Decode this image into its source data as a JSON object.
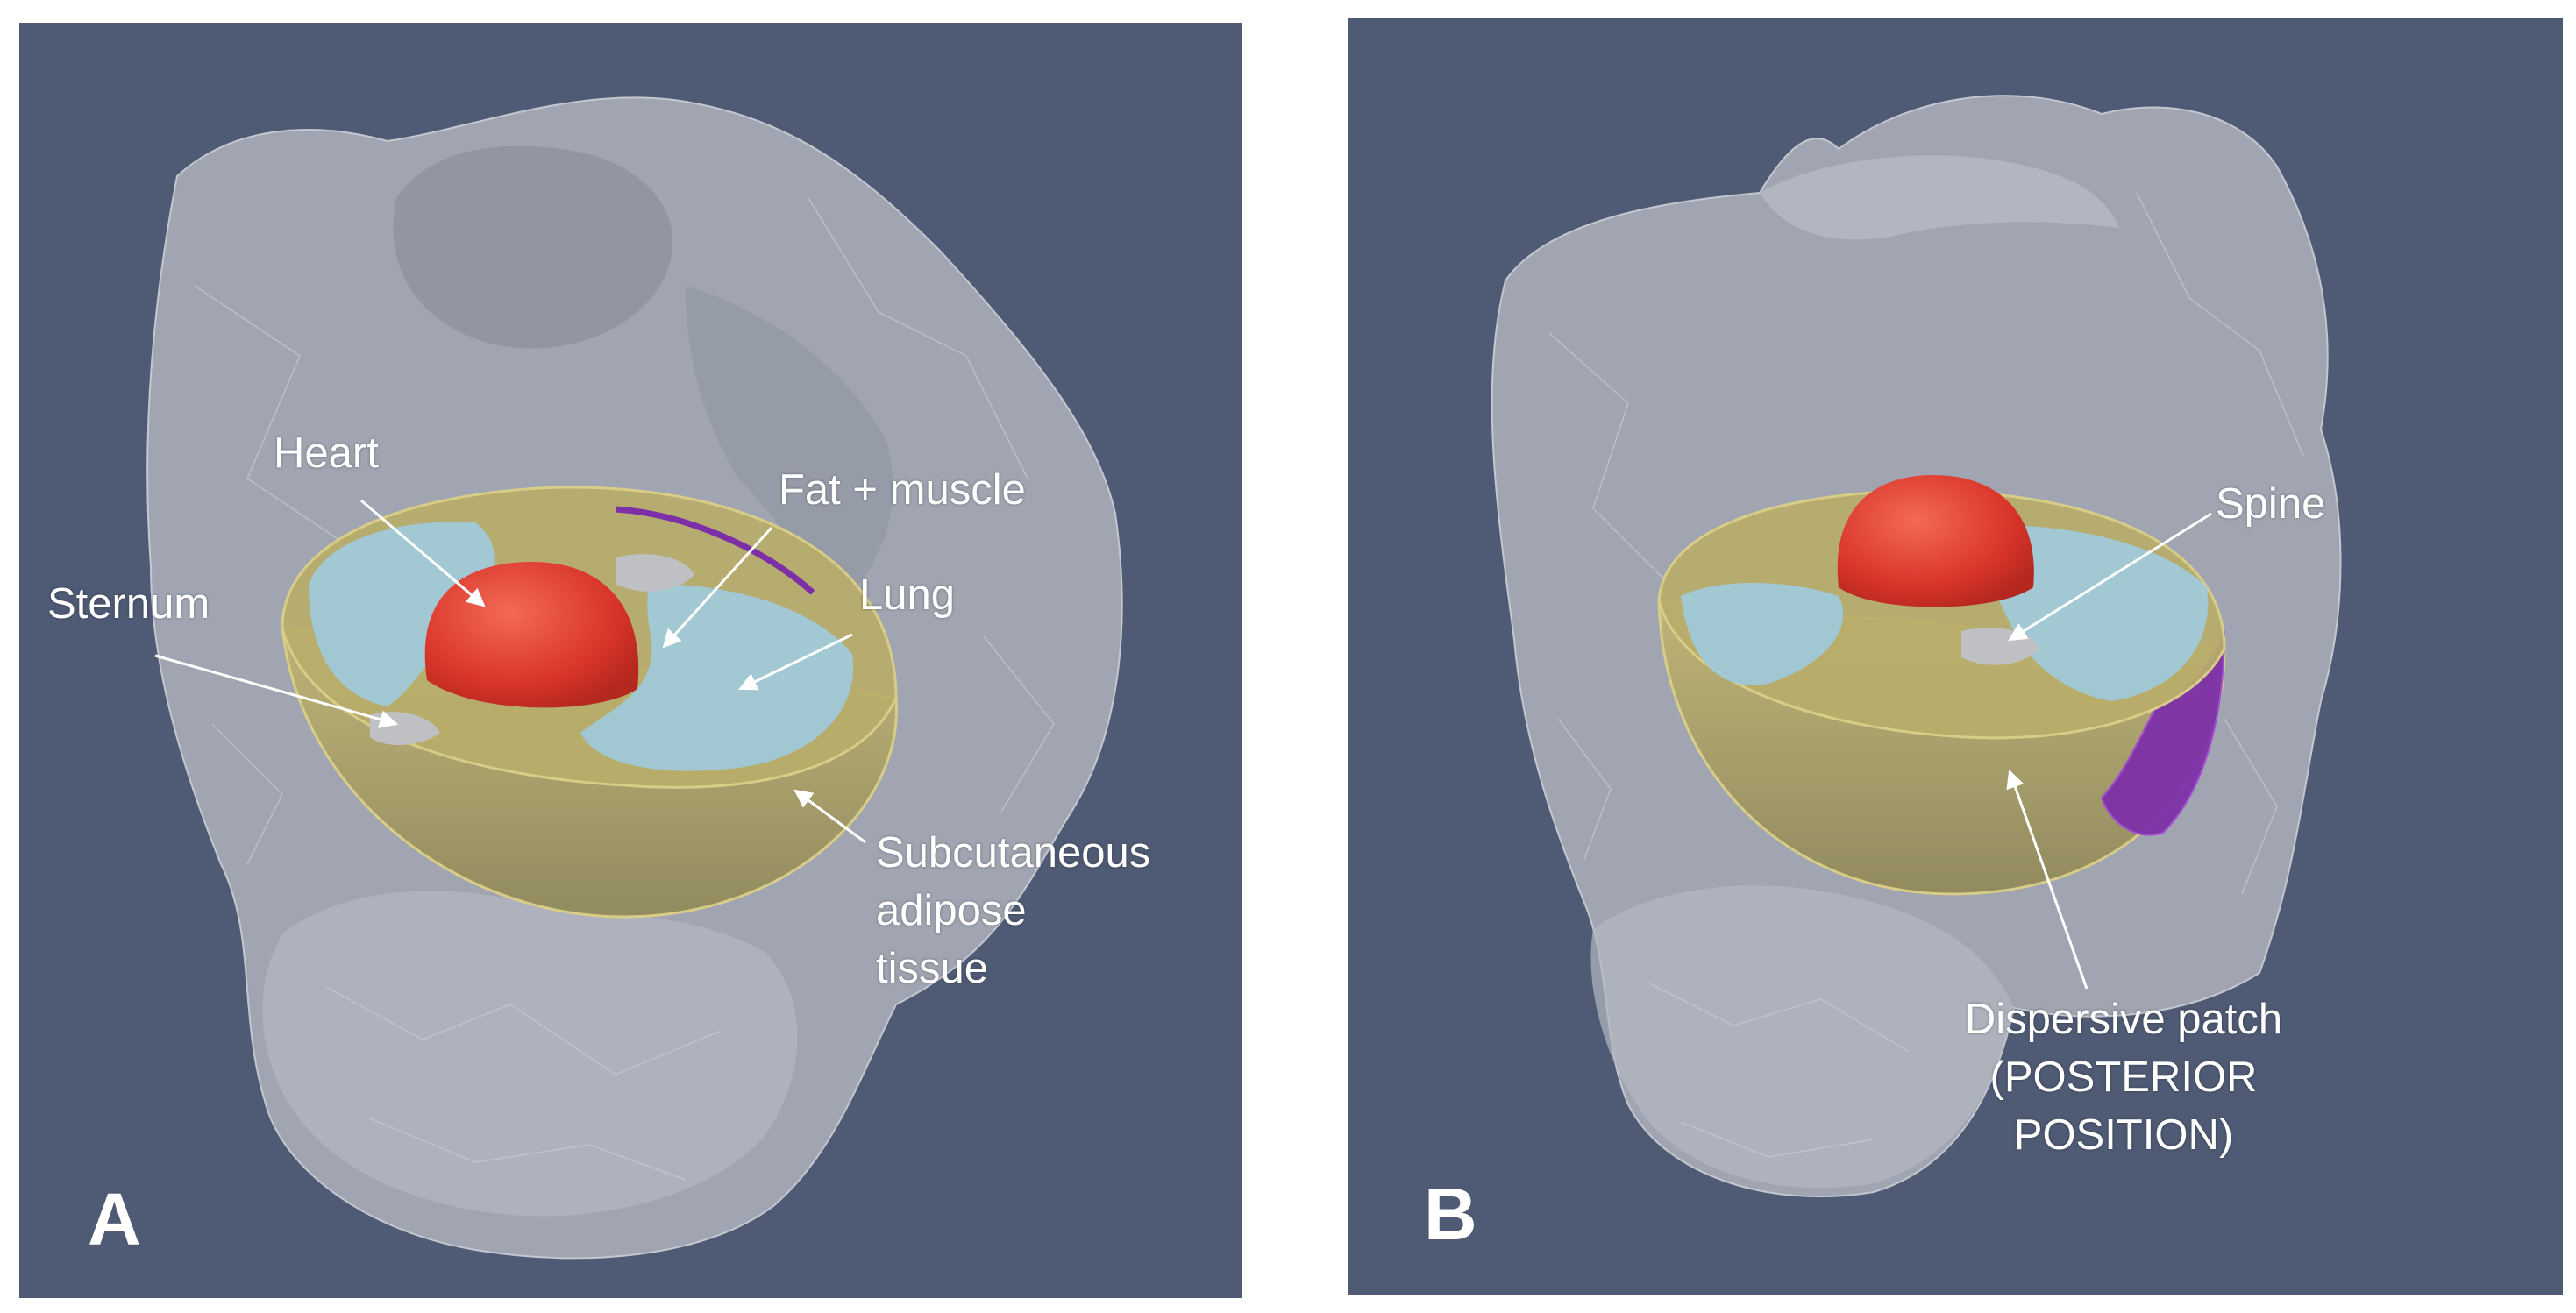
{
  "panels": [
    {
      "letter": "A",
      "labels": {
        "heart": "Heart",
        "fat_muscle": "Fat + muscle",
        "sternum": "Sternum",
        "lung": "Lung",
        "subcutaneous": [
          "Subcutaneous",
          "adipose",
          "tissue"
        ]
      }
    },
    {
      "letter": "B",
      "labels": {
        "spine": "Spine",
        "dispersive": [
          "Dispersive patch",
          "(POSTERIOR",
          "POSITION)"
        ]
      }
    }
  ],
  "colors": {
    "background": "#4f5b74",
    "torso": "#a9adb8",
    "heart": "#e0392b",
    "lung": "#9fc9d8",
    "fat": "#b9ad6a",
    "patch": "#7d2fa8",
    "bone": "#bfc0c4"
  }
}
